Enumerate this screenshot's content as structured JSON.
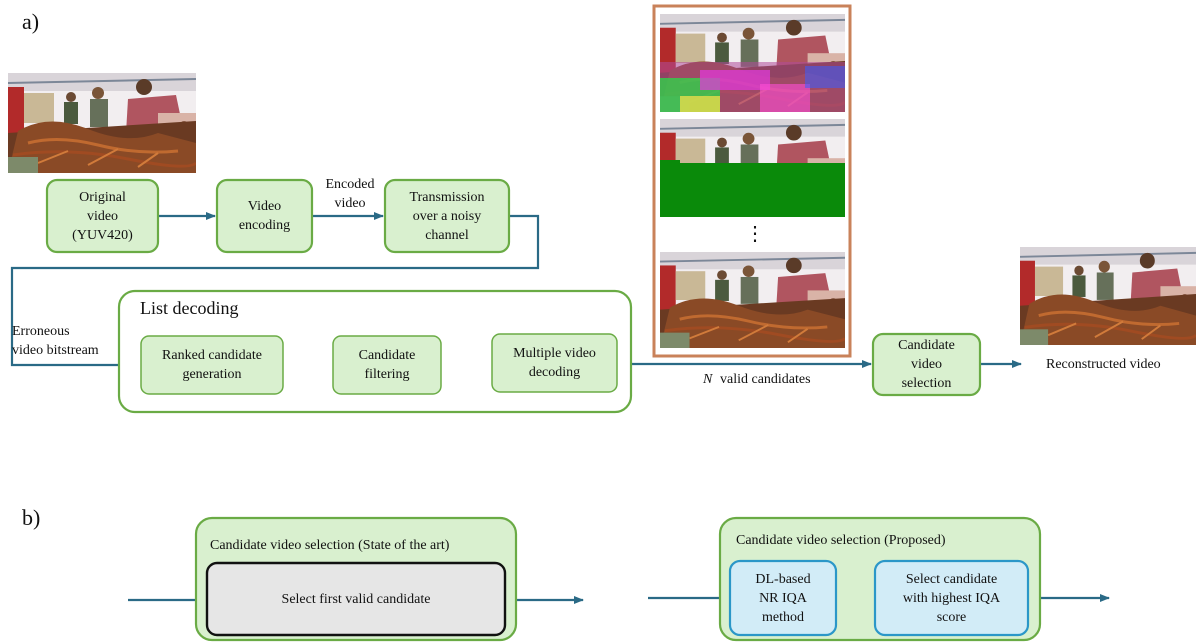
{
  "panel_a": {
    "label": "a)",
    "boxes": {
      "original_video": "Original\nvideo\n(YUV420)",
      "video_encoding": "Video\nencoding",
      "transmission": "Transmission\nover a noisy\nchannel",
      "ranked_candidate_generation": "Ranked candidate\ngeneration",
      "candidate_filtering": "Candidate\nfiltering",
      "multiple_video_decoding": "Multiple video\ndecoding",
      "candidate_video_selection": "Candidate\nvideo\nselection"
    },
    "list_decoding_title": "List decoding",
    "encoded_video_label": "Encoded\nvideo",
    "erroneous_bitstream_label": "Erroneous\nvideo bitstream",
    "n_symbol": "N",
    "valid_candidates_label": "valid candidates",
    "ellipsis": "⋮",
    "reconstructed_video_label": "Reconstructed video"
  },
  "panel_b": {
    "label": "b)",
    "state_of_art_title": "Candidate video selection (State of  the art)",
    "select_first_label": "Select first valid candidate",
    "proposed_title": "Candidate video selection (Proposed)",
    "dl_iqa_label": "DL-based\nNR IQA\nmethod",
    "select_highest_label": "Select candidate\nwith highest IQA\nscore"
  },
  "colors": {
    "green_fill": "#d9f0cf",
    "green_stroke": "#6aab45",
    "blue_fill": "#d2ecf7",
    "blue_stroke": "#2b97c8",
    "gray_fill": "#e6e6e6",
    "arrow": "#2a6a86",
    "frame_border": "#c9825a"
  }
}
